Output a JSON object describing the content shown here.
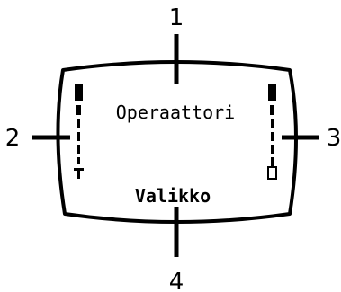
{
  "callouts": {
    "top": "1",
    "left": "2",
    "right": "3",
    "bottom": "4"
  },
  "screen": {
    "operator_name": "Operaattori",
    "softkey_label": "Valikko"
  },
  "icons": {
    "left_indicator": "signal-strength-icon",
    "left_symbol": "antenna-icon",
    "right_indicator": "battery-level-icon",
    "right_symbol": "battery-icon"
  },
  "colors": {
    "ink": "#000000",
    "background": "#ffffff"
  }
}
